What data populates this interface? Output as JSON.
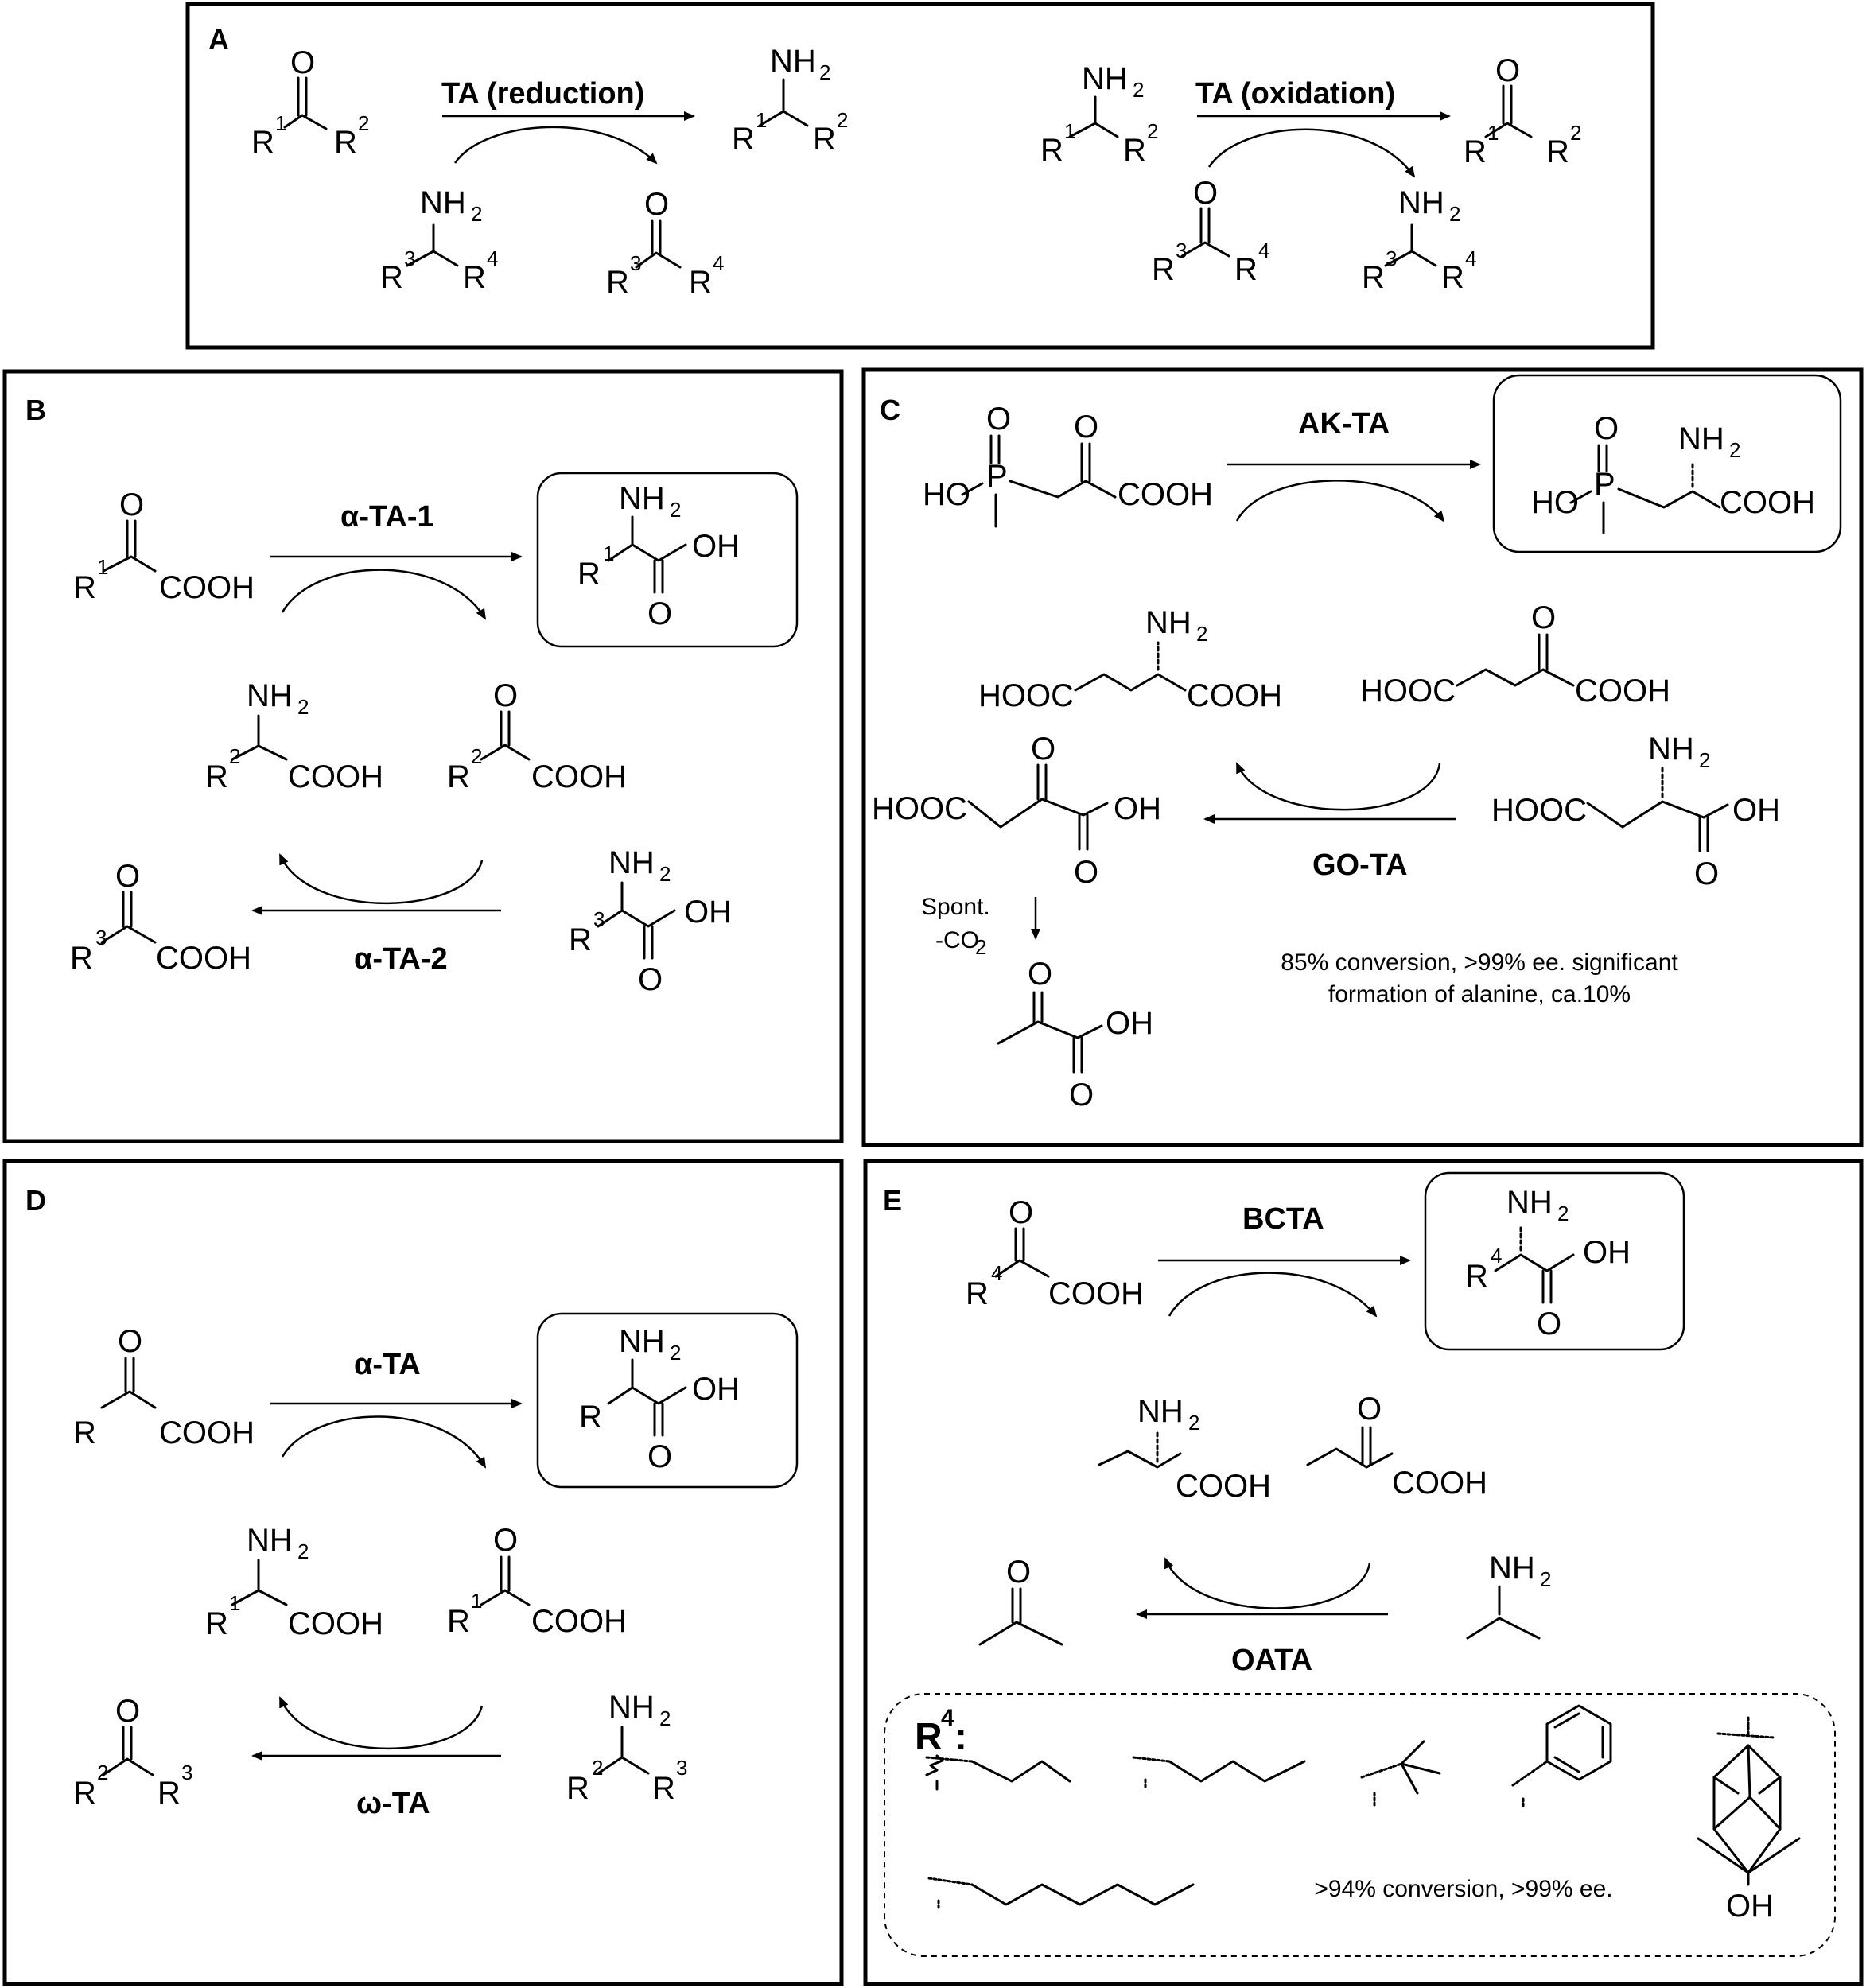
{
  "panels": {
    "A": {
      "label": "A",
      "enzyme_reduction": "TA (reduction)",
      "enzyme_oxidation": "TA (oxidation)",
      "nh2": "NH",
      "nh2_sub": "2",
      "R": "R",
      "sup1": "1",
      "sup2": "2",
      "sup3": "3",
      "sup4": "4",
      "O": "O"
    },
    "B": {
      "label": "B",
      "enzyme_top": "α-TA-1",
      "enzyme_bottom": "α-TA-2",
      "cooh": "COOH",
      "oh": "OH"
    },
    "C": {
      "label": "C",
      "enzyme_top": "AK-TA",
      "enzyme_bottom": "GO-TA",
      "ho": "HO",
      "p": "P",
      "hooc": "HOOC",
      "spont": "Spont.",
      "co2": "-CO",
      "co2_sub": "2",
      "note_line1": "85% conversion, >99% ee.  significant",
      "note_line2": "formation of alanine, ca.10%"
    },
    "D": {
      "label": "D",
      "enzyme_top": "α-TA",
      "enzyme_bottom": "ω-TA"
    },
    "E": {
      "label": "E",
      "enzyme_top": "BCTA",
      "enzyme_bottom": "OATA",
      "r4_label": "R",
      "r4_sup": "4",
      "r4_colon": ":",
      "note": ">94% conversion, >99% ee."
    }
  }
}
